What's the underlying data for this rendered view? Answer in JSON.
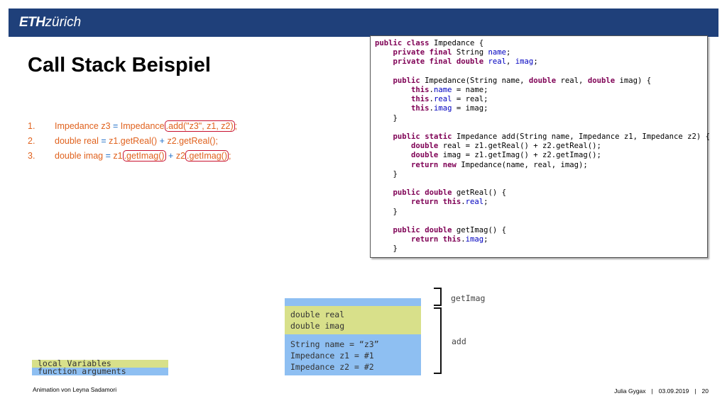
{
  "header": {
    "logo_bold": "ETH",
    "logo_rest": "zürich",
    "color": "#1f407a"
  },
  "slide": {
    "title": "Call Stack Beispiel"
  },
  "list": [
    {
      "num": "1.",
      "a": "Impedance z3 ",
      "op1": "=",
      "b": " Impedance",
      "hl1": ".add(\"z3\", z1, z2)",
      "c": ";"
    },
    {
      "num": "2.",
      "a": "double real ",
      "op1": "=",
      "b": " z1.getReal() ",
      "op2": "+",
      "c": " z2.getReal();"
    },
    {
      "num": "3.",
      "a": "double imag ",
      "op1": "=",
      "b": " z1",
      "hl1": ".getImag()",
      "c": " ",
      "op2": "+",
      "d": " z2",
      "hl2": ".getImag()",
      "e": ";"
    }
  ],
  "code": {
    "lines": [
      "public class Impedance {",
      "    private final String name;",
      "    private final double real, imag;",
      "",
      "    public Impedance(String name, double real, double imag) {",
      "        this.name = name;",
      "        this.real = real;",
      "        this.imag = imag;",
      "    }",
      "",
      "    public static Impedance add(String name, Impedance z1, Impedance z2) {",
      "        double real = z1.getReal() + z2.getReal();",
      "        double imag = z1.getImag() + z2.getImag();",
      "        return new Impedance(name, real, imag);",
      "    }",
      "",
      "    public double getReal() {",
      "        return this.real;",
      "    }",
      "",
      "    public double getImag() {",
      "        return this.imag;",
      "    }"
    ]
  },
  "stack": {
    "local_rows": [
      "double real",
      "double imag"
    ],
    "arg_rows": [
      "String name = “z3”",
      "Impedance z1 = #1",
      "Impedance z2 = #2"
    ],
    "frame_get_imag": "getImag",
    "frame_add": "add",
    "colors": {
      "local": "#d8e08a",
      "args": "#8ebff2"
    }
  },
  "legend": {
    "local": "local Variables",
    "args": "function arguments"
  },
  "footer": {
    "left": "Animation von Leyna Sadamori",
    "author": "Julia Gygax",
    "date": "03.09.2019",
    "page": "20",
    "sep": "|"
  }
}
